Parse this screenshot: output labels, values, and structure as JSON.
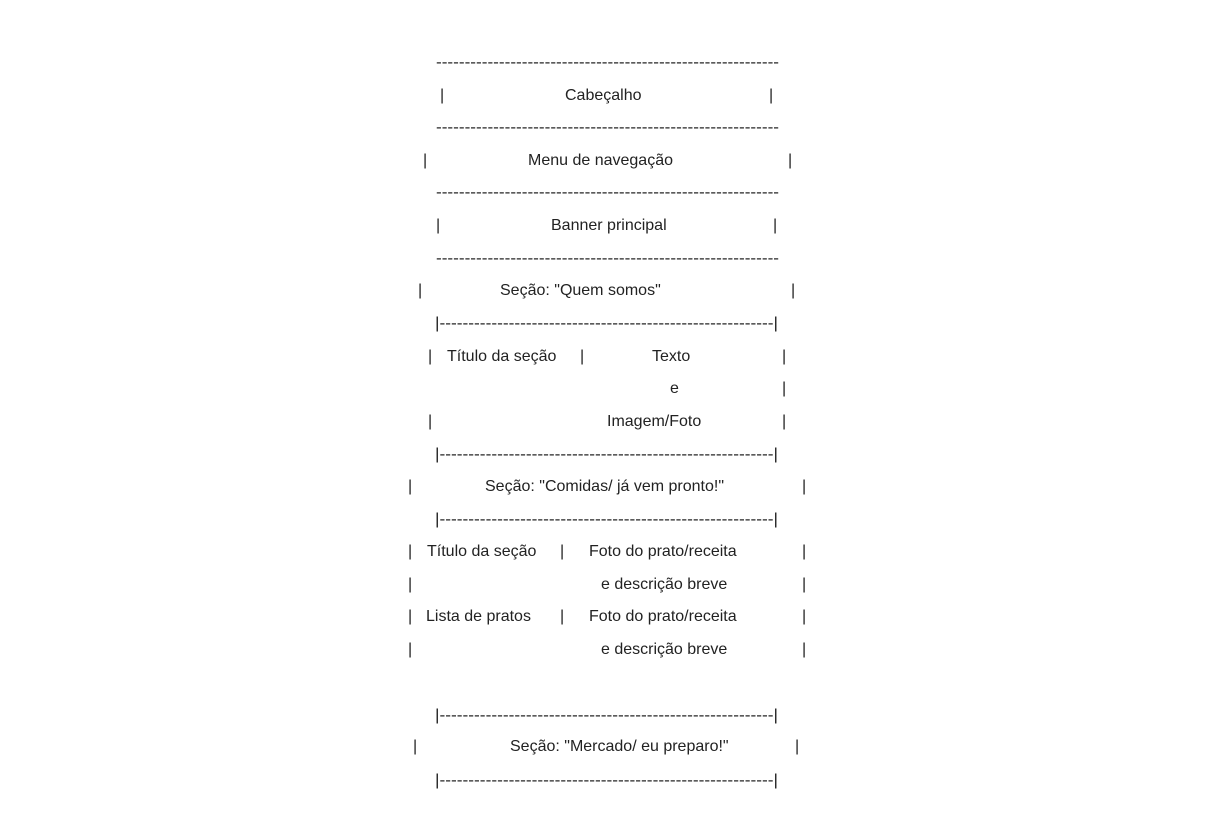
{
  "sep_plain": "------------------------------------------------------------",
  "sep_piped": "|----------------------------------------------------------|",
  "pipe": "|",
  "header": {
    "label": "Cabeçalho"
  },
  "nav": {
    "label": "Menu de navegação"
  },
  "banner": {
    "label": "Banner principal"
  },
  "about": {
    "title": "Seção: \"Quem somos\"",
    "section_title": "Título da seção",
    "text": "Texto",
    "and": "e",
    "image": "Imagem/Foto"
  },
  "foods": {
    "title": "Seção: \"Comidas/ já vem pronto!\"",
    "section_title": "Título da seção",
    "dish_list": "Lista de pratos",
    "item1_photo": "Foto do prato/receita",
    "item1_desc": "e descrição breve",
    "item2_photo": "Foto do prato/receita",
    "item2_desc": "e descrição breve"
  },
  "market": {
    "title": "Seção: \"Mercado/ eu preparo!\""
  }
}
